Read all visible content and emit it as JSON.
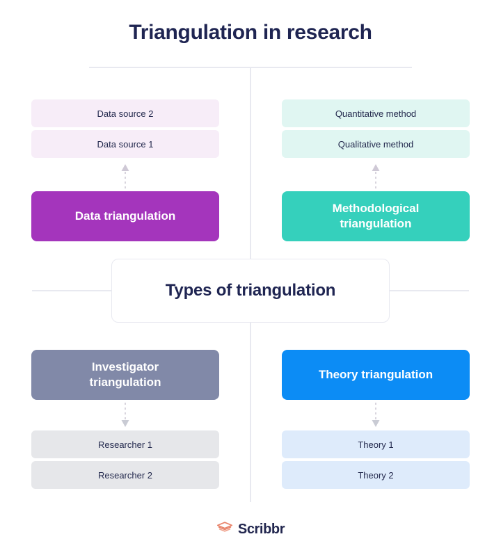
{
  "title": "Triangulation in research",
  "center": {
    "label": "Types of triangulation"
  },
  "quadrants": {
    "top_left": {
      "items": [
        "Data source 2",
        "Data source 1"
      ],
      "arrow": "arrow-up-dashed-icon",
      "headline": "Data triangulation",
      "color": "#a435bc",
      "item_color": "#f7edf8"
    },
    "top_right": {
      "items": [
        "Quantitative method",
        "Qualitative method"
      ],
      "arrow": "arrow-up-dashed-icon",
      "headline": "Methodological triangulation",
      "headline_line1": "Methodological",
      "headline_line2": "triangulation",
      "color": "#35d0bc",
      "item_color": "#e0f6f2"
    },
    "bottom_left": {
      "headline": "Investigator triangulation",
      "headline_line1": "Investigator",
      "headline_line2": "triangulation",
      "arrow": "arrow-down-dashed-icon",
      "items": [
        "Researcher 1",
        "Researcher 2"
      ],
      "color": "#8189a8",
      "item_color": "#e6e7ea"
    },
    "bottom_right": {
      "headline": "Theory triangulation",
      "arrow": "arrow-down-dashed-icon",
      "items": [
        "Theory 1",
        "Theory 2"
      ],
      "color": "#0c8cf5",
      "item_color": "#deebfb"
    }
  },
  "footer": {
    "brand": "Scribbr",
    "logo_icon": "graduation-cap-icon",
    "logo_color": "#e8836a",
    "brand_color": "#22274f"
  },
  "theme": {
    "background": "#ffffff",
    "title_color": "#1f2552",
    "line_color": "#e8e9f0",
    "text_color": "#23294d"
  }
}
